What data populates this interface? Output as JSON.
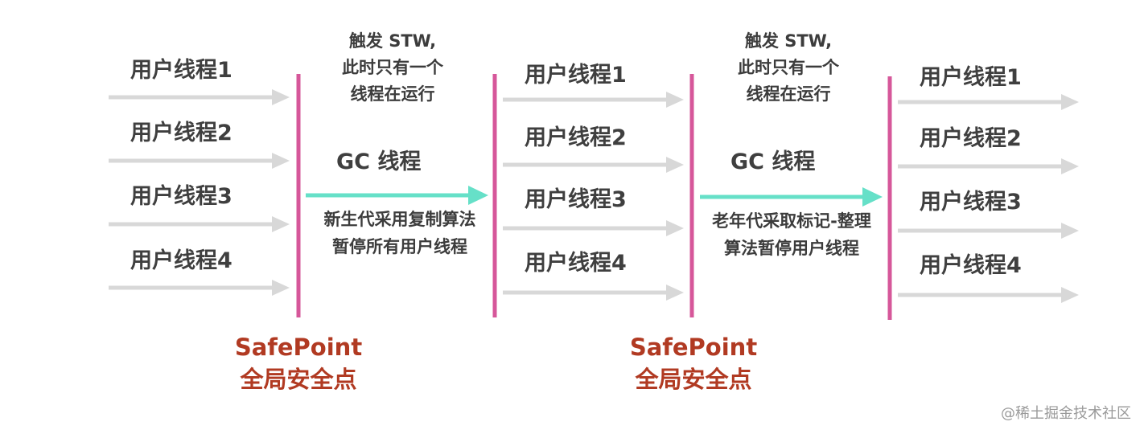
{
  "colors": {
    "thread_arrow": "#d8d8d8",
    "gc_arrow": "#66e0c8",
    "safepoint_line": "#d6579a",
    "safepoint_label": "#b13a22",
    "text": "#3f3f3f",
    "watermark": "#9a9a9a"
  },
  "thread_groups": [
    {
      "threads": [
        "用户线程1",
        "用户线程2",
        "用户线程3",
        "用户线程4"
      ]
    },
    {
      "threads": [
        "用户线程1",
        "用户线程2",
        "用户线程3",
        "用户线程4"
      ]
    },
    {
      "threads": [
        "用户线程1",
        "用户线程2",
        "用户线程3",
        "用户线程4"
      ]
    }
  ],
  "gc_phases": [
    {
      "trigger_lines": [
        "触发 STW,",
        "此时只有一个",
        "线程在运行"
      ],
      "gc_label": "GC 线程",
      "description_lines": [
        "新生代采用复制算法",
        "暂停所有用户线程"
      ]
    },
    {
      "trigger_lines": [
        "触发 STW,",
        "此时只有一个",
        "线程在运行"
      ],
      "gc_label": "GC 线程",
      "description_lines": [
        "老年代采取标记-整理",
        "算法暂停用户线程"
      ]
    }
  ],
  "safepoint_labels": [
    {
      "line1": "SafePoint",
      "line2": "全局安全点"
    },
    {
      "line1": "SafePoint",
      "line2": "全局安全点"
    }
  ],
  "watermark": "@稀土掘金技术社区"
}
